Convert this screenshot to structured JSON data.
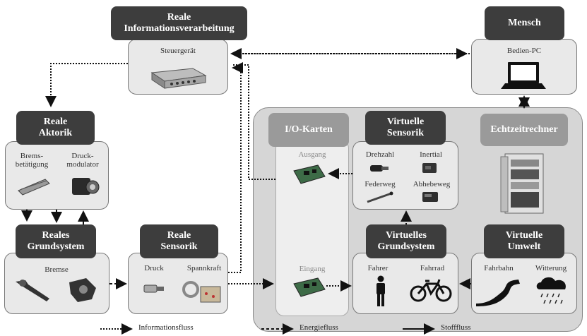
{
  "nodes": {
    "informationsverarbeitung": {
      "title": "Reale\nInformationsverarbeitung",
      "items": [
        "Steuergerät"
      ]
    },
    "mensch": {
      "title": "Mensch",
      "items": [
        "Bedien-PC"
      ]
    },
    "aktorik": {
      "title": "Reale\nAktorik",
      "items": [
        "Brems-\nbetätigung",
        "Druck-\nmodulator"
      ]
    },
    "grundsystem": {
      "title": "Reales\nGrundsystem",
      "items": [
        "Bremse"
      ]
    },
    "sensorik": {
      "title": "Reale\nSensorik",
      "items": [
        "Druck",
        "Spannkraft"
      ]
    },
    "io_karten": {
      "title": "I/O-Karten",
      "items": [
        "Ausgang",
        "Eingang"
      ]
    },
    "virt_sensorik": {
      "title": "Virtuelle\nSensorik",
      "items": [
        "Drehzahl",
        "Inertial",
        "Federweg",
        "Abhebeweg"
      ]
    },
    "echtzeitrechner": {
      "title": "Echtzeitrechner",
      "items": []
    },
    "virt_grundsystem": {
      "title": "Virtuelles\nGrundsystem",
      "items": [
        "Fahrer",
        "Fahrrad"
      ]
    },
    "virt_umwelt": {
      "title": "Virtuelle\nUmwelt",
      "items": [
        "Fahrbahn",
        "Witterung"
      ]
    }
  },
  "legend": [
    "Informationsfluss",
    "Energiefluss",
    "Stofffluss"
  ],
  "colors": {
    "header": "#3d3d3d",
    "header_light": "#9a9a9a",
    "box": "#e9e9e9",
    "group": "#d6d6d6"
  }
}
